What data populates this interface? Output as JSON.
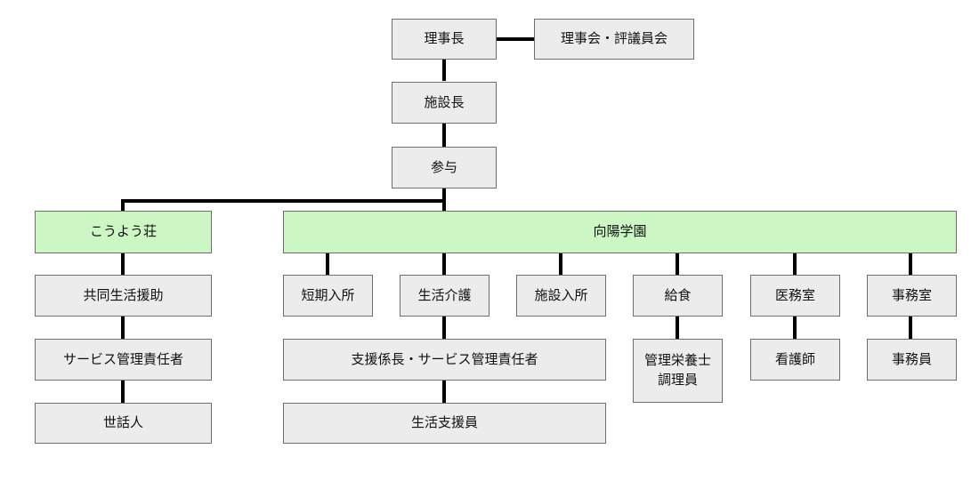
{
  "colors": {
    "box_fill": "#ececec",
    "highlight_fill": "#ccf6c4",
    "border": "#6e6e6e",
    "connector": "#000000"
  },
  "nodes": {
    "chairman": "理事長",
    "board": "理事会・評議員会",
    "director": "施設長",
    "advisor": "参与",
    "koyoso": "こうよう荘",
    "koyo_gakuen": "向陽学園",
    "group_home_support": "共同生活援助",
    "service_manager": "サービス管理責任者",
    "caretaker": "世話人",
    "short_stay": "短期入所",
    "life_care": "生活介護",
    "residential": "施設入所",
    "meals": "給食",
    "medical_office": "医務室",
    "admin_office": "事務室",
    "support_chief": "支援係長・サービス管理責任者",
    "life_support_staff": "生活支援員",
    "dietitian": "管理栄養士",
    "cook": "調理員",
    "nurse": "看護師",
    "clerk": "事務員"
  }
}
